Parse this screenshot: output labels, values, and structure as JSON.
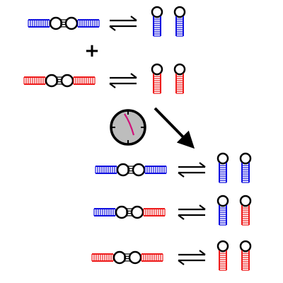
{
  "diagram": {
    "plus_sign": "+",
    "colors": {
      "blue": "#1010e0",
      "red": "#ee1c1c",
      "black": "#000000",
      "clock_face": "#bdbdbd",
      "clock_hand": "#d0127a"
    },
    "rows": [
      {
        "id": "blue-blue-input",
        "duplex_left": "blue",
        "duplex_right": "blue",
        "hairpin_left": "blue",
        "hairpin_right": "blue"
      },
      {
        "id": "red-red-input",
        "duplex_left": "red",
        "duplex_right": "red",
        "hairpin_left": "red",
        "hairpin_right": "red"
      },
      {
        "id": "blue-blue-product",
        "duplex_left": "blue",
        "duplex_right": "blue",
        "hairpin_left": "blue",
        "hairpin_right": "blue"
      },
      {
        "id": "blue-red-product",
        "duplex_left": "blue",
        "duplex_right": "red",
        "hairpin_left": "blue",
        "hairpin_right": "red"
      },
      {
        "id": "red-red-product",
        "duplex_left": "red",
        "duplex_right": "red",
        "hairpin_left": "red",
        "hairpin_right": "red"
      }
    ],
    "clock_icon": "clock-icon",
    "reaction_arrow": "diagonal-arrow"
  }
}
